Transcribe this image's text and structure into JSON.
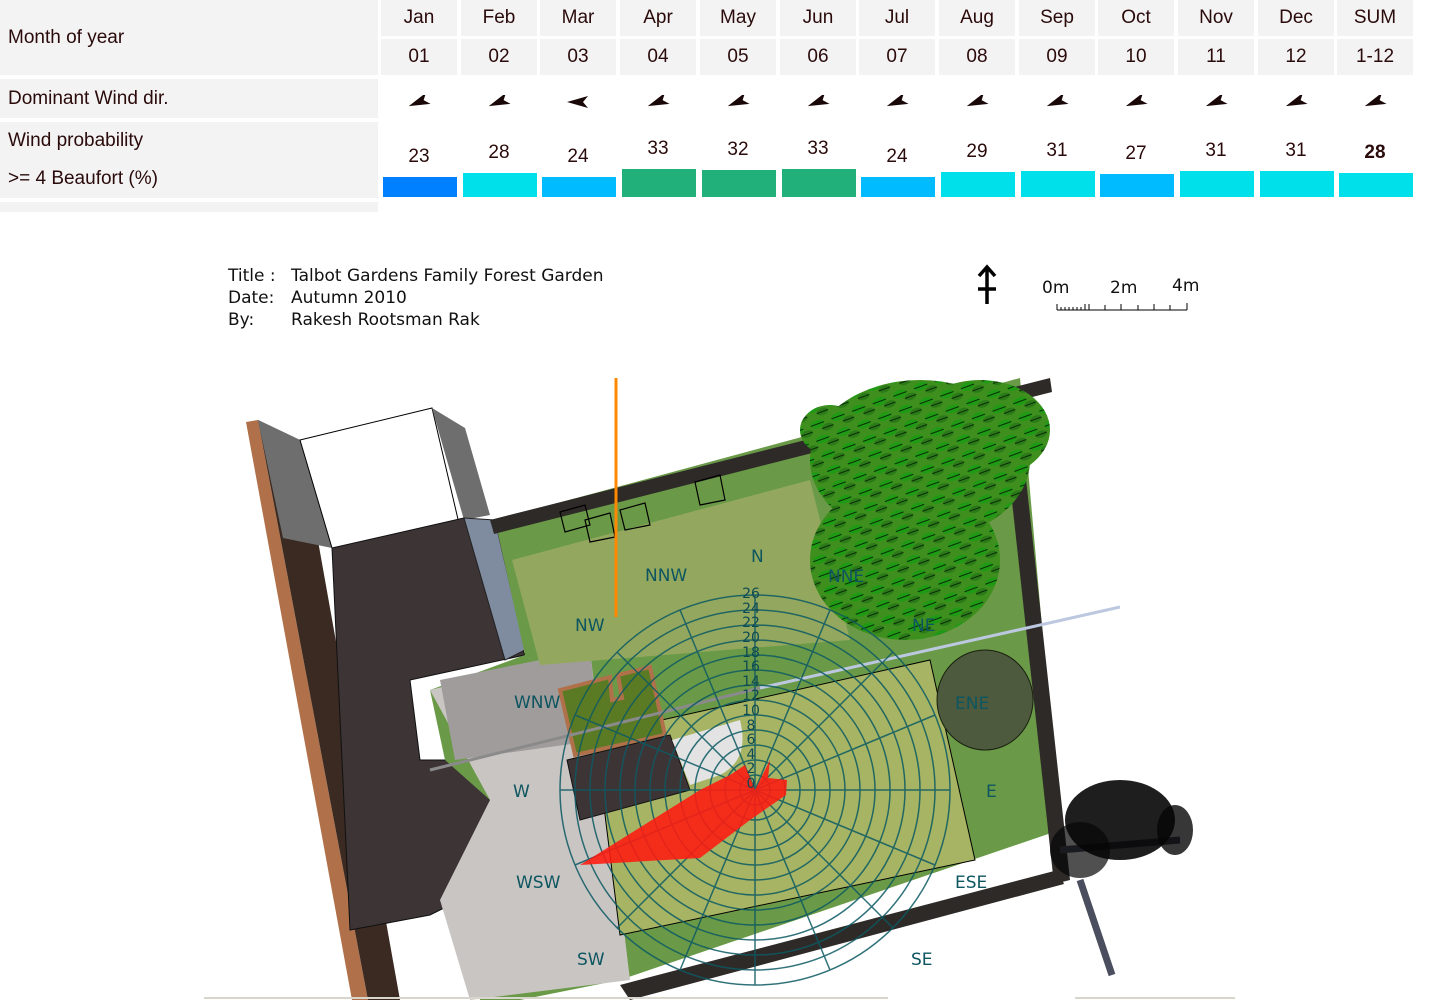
{
  "wind_table": {
    "row_labels": {
      "month": "Month of year",
      "direction": "Dominant Wind dir.",
      "probability_line1": "Wind probability",
      "probability_line2": ">= 4 Beaufort (%)"
    },
    "columns": [
      {
        "month": "Jan",
        "num": "01",
        "dir_deg": 62,
        "value": "23",
        "color": "#0080ff"
      },
      {
        "month": "Feb",
        "num": "02",
        "dir_deg": 62,
        "value": "28",
        "color": "#00e0ea"
      },
      {
        "month": "Mar",
        "num": "03",
        "dir_deg": 90,
        "value": "24",
        "color": "#00bbff"
      },
      {
        "month": "Apr",
        "num": "04",
        "dir_deg": 62,
        "value": "33",
        "color": "#22b07a"
      },
      {
        "month": "May",
        "num": "05",
        "dir_deg": 62,
        "value": "32",
        "color": "#22b07a"
      },
      {
        "month": "Jun",
        "num": "06",
        "dir_deg": 62,
        "value": "33",
        "color": "#22b07a"
      },
      {
        "month": "Jul",
        "num": "07",
        "dir_deg": 62,
        "value": "24",
        "color": "#00bbff"
      },
      {
        "month": "Aug",
        "num": "08",
        "dir_deg": 62,
        "value": "29",
        "color": "#00e0ea"
      },
      {
        "month": "Sep",
        "num": "09",
        "dir_deg": 62,
        "value": "31",
        "color": "#00e0ea"
      },
      {
        "month": "Oct",
        "num": "10",
        "dir_deg": 62,
        "value": "27",
        "color": "#00bbff"
      },
      {
        "month": "Nov",
        "num": "11",
        "dir_deg": 62,
        "value": "31",
        "color": "#00e0ea"
      },
      {
        "month": "Dec",
        "num": "12",
        "dir_deg": 62,
        "value": "31",
        "color": "#00e0ea"
      },
      {
        "month": "SUM",
        "num": "1-12",
        "dir_deg": 62,
        "value": "28",
        "color": "#00e0ea",
        "bold": true
      }
    ]
  },
  "chart_data": {
    "type": "bar",
    "title": "Wind probability >= 4 Beaufort (%)",
    "categories": [
      "Jan",
      "Feb",
      "Mar",
      "Apr",
      "May",
      "Jun",
      "Jul",
      "Aug",
      "Sep",
      "Oct",
      "Nov",
      "Dec",
      "SUM"
    ],
    "values": [
      23,
      28,
      24,
      33,
      32,
      33,
      24,
      29,
      31,
      27,
      31,
      31,
      28
    ],
    "dominant_direction_icons": [
      "arrow-wsw",
      "arrow-wsw",
      "arrow-w",
      "arrow-wsw",
      "arrow-wsw",
      "arrow-wsw",
      "arrow-wsw",
      "arrow-wsw",
      "arrow-wsw",
      "arrow-wsw",
      "arrow-wsw",
      "arrow-wsw",
      "arrow-wsw"
    ],
    "xlabel": "Month of year",
    "ylabel": "%"
  },
  "title_block": {
    "title_key": "Title :",
    "title_value": "Talbot Gardens Family Forest Garden",
    "date_key": "Date:",
    "date_value": "Autumn 2010",
    "by_key": "By:",
    "by_value": "Rakesh Rootsman Rak"
  },
  "scale_bar": {
    "labels": [
      "0m",
      "2m",
      "4m"
    ]
  },
  "wind_rose": {
    "compass_labels": [
      "N",
      "NNE",
      "NE",
      "ENE",
      "E",
      "ESE",
      "SE",
      "SW",
      "WSW",
      "W",
      "WNW",
      "NW",
      "NNW"
    ],
    "ring_labels": [
      "0",
      "2",
      "4",
      "6",
      "8",
      "10",
      "12",
      "14",
      "16",
      "18",
      "20",
      "22",
      "24",
      "26"
    ],
    "fill_color": "#ff1a10",
    "grid_color": "#0d5a63"
  }
}
